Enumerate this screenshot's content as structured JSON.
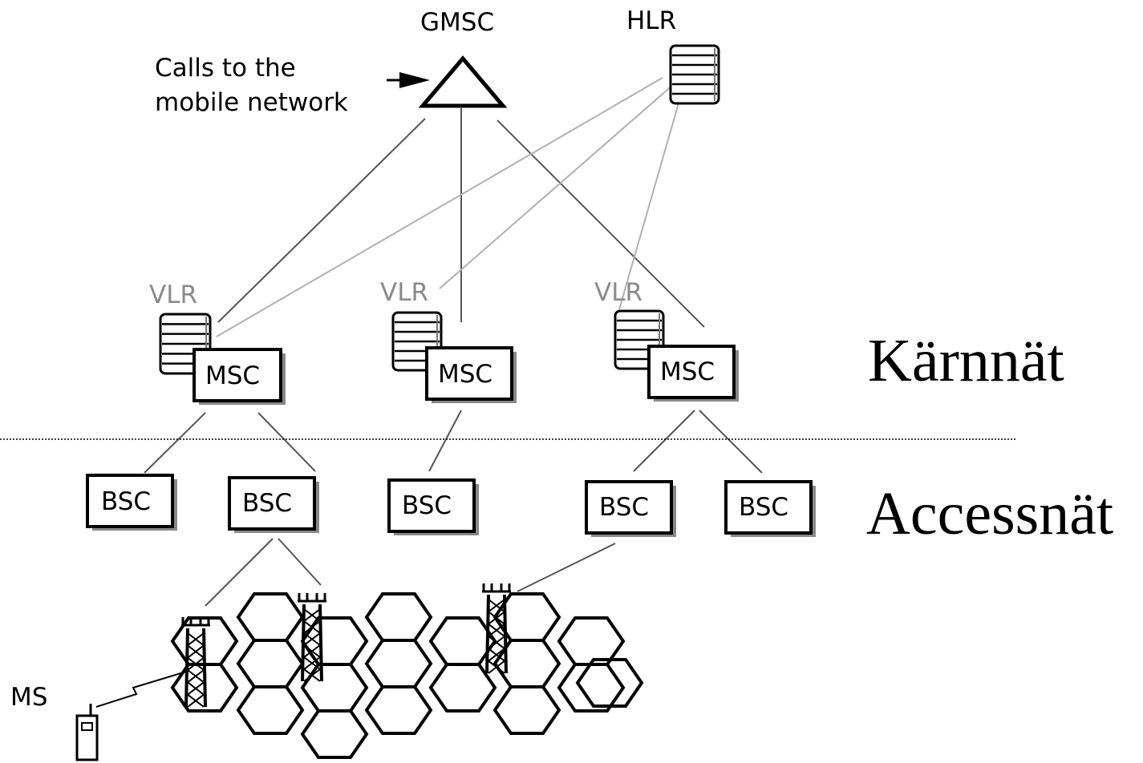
{
  "nodes": {
    "gmsc": "GMSC",
    "hlr": "HLR",
    "vlr": [
      "VLR",
      "VLR",
      "VLR"
    ],
    "msc": [
      "MSC",
      "MSC",
      "MSC"
    ],
    "bsc": [
      "BSC",
      "BSC",
      "BSC",
      "BSC",
      "BSC"
    ],
    "ms": "MS"
  },
  "note": {
    "line1": "Calls to the",
    "line2": "mobile network"
  },
  "sections": {
    "core": "Kärnnät",
    "access": "Accessnät"
  }
}
